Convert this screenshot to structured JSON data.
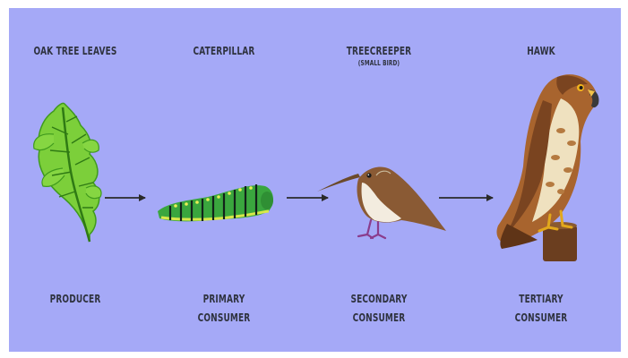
{
  "background_color": "#a5a9f7",
  "organisms": [
    {
      "name": "OAK TREE LEAVES",
      "sub": "",
      "role_line1": "PRODUCER",
      "role_line2": "",
      "icon": "oak-leaf-icon"
    },
    {
      "name": "CATERPILLAR",
      "sub": "",
      "role_line1": "PRIMARY",
      "role_line2": "CONSUMER",
      "icon": "caterpillar-icon"
    },
    {
      "name": "TREECREEPER",
      "sub": "(SMALL BIRD)",
      "role_line1": "SECONDARY",
      "role_line2": "CONSUMER",
      "icon": "treecreeper-icon"
    },
    {
      "name": "HAWK",
      "sub": "",
      "role_line1": "TERTIARY",
      "role_line2": "CONSUMER",
      "icon": "hawk-icon"
    }
  ],
  "arrow_color": "#2a2a2a"
}
